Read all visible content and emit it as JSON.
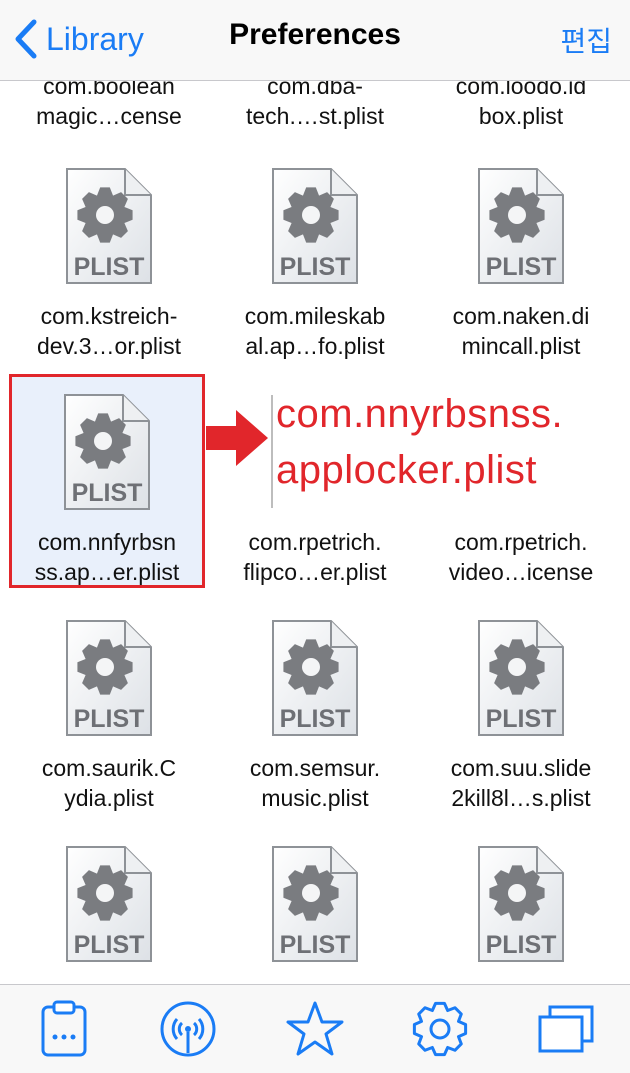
{
  "nav": {
    "back_label": "Library",
    "title": "Preferences",
    "edit_label": "편집"
  },
  "icon_label": "PLIST",
  "colors": {
    "accent": "#1a7cf5",
    "annotation": "#e1262b",
    "gear": "#7a7c80",
    "plist_text": "#6e7075"
  },
  "files": [
    {
      "line1": "com.boolean",
      "line2": "magic…cense"
    },
    {
      "line1": "com.dba-",
      "line2": "tech.…st.plist"
    },
    {
      "line1": "com.loodo.id",
      "line2": "box.plist"
    },
    {
      "line1": "com.kstreich-",
      "line2": "dev.3…or.plist"
    },
    {
      "line1": "com.mileskab",
      "line2": "al.ap…fo.plist"
    },
    {
      "line1": "com.naken.di",
      "line2": "mincall.plist"
    },
    {
      "line1": "com.nnfyrbsn",
      "line2": "ss.ap…er.plist"
    },
    {
      "line1": "com.rpetrich.",
      "line2": "flipco…er.plist"
    },
    {
      "line1": "com.rpetrich.",
      "line2": "video…icense"
    },
    {
      "line1": "com.saurik.C",
      "line2": "ydia.plist"
    },
    {
      "line1": "com.semsur.",
      "line2": "music.plist"
    },
    {
      "line1": "com.suu.slide",
      "line2": "2kill8l…s.plist"
    }
  ],
  "annotation": {
    "line1": "com.nnyrbsnss.",
    "line2": "applocker.plist"
  },
  "tabbar": [
    "clipboard-icon",
    "wifi-broadcast-icon",
    "favorites-star-icon",
    "settings-gear-icon",
    "windows-icon"
  ]
}
